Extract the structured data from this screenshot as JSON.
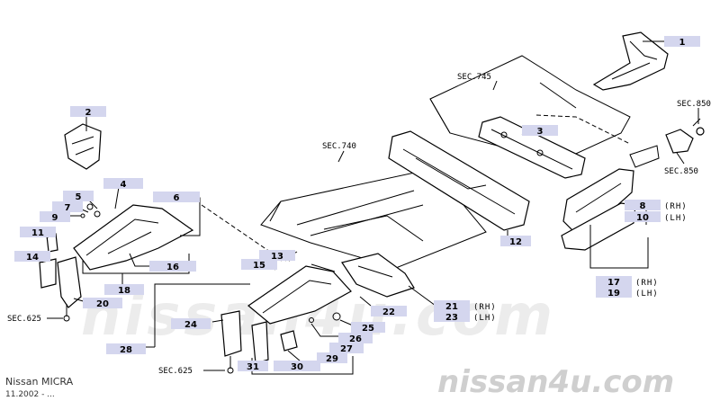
{
  "parts": [
    {
      "id": "p1",
      "label": "1",
      "side": ""
    },
    {
      "id": "p2",
      "label": "2",
      "side": ""
    },
    {
      "id": "p3",
      "label": "3",
      "side": ""
    },
    {
      "id": "p4",
      "label": "4",
      "side": ""
    },
    {
      "id": "p5",
      "label": "5",
      "side": ""
    },
    {
      "id": "p6",
      "label": "6",
      "side": ""
    },
    {
      "id": "p7",
      "label": "7",
      "side": ""
    },
    {
      "id": "p8",
      "label": "8",
      "side": "(RH)"
    },
    {
      "id": "p9",
      "label": "9",
      "side": ""
    },
    {
      "id": "p10",
      "label": "10",
      "side": "(LH)"
    },
    {
      "id": "p11",
      "label": "11",
      "side": ""
    },
    {
      "id": "p12",
      "label": "12",
      "side": ""
    },
    {
      "id": "p13",
      "label": "13",
      "side": ""
    },
    {
      "id": "p14",
      "label": "14",
      "side": ""
    },
    {
      "id": "p15",
      "label": "15",
      "side": ""
    },
    {
      "id": "p16",
      "label": "16",
      "side": ""
    },
    {
      "id": "p17",
      "label": "17",
      "side": "(RH)"
    },
    {
      "id": "p18",
      "label": "18",
      "side": ""
    },
    {
      "id": "p19",
      "label": "19",
      "side": "(LH)"
    },
    {
      "id": "p20",
      "label": "20",
      "side": ""
    },
    {
      "id": "p21",
      "label": "21",
      "side": "(RH)"
    },
    {
      "id": "p22",
      "label": "22",
      "side": ""
    },
    {
      "id": "p23",
      "label": "23",
      "side": "(LH)"
    },
    {
      "id": "p24",
      "label": "24",
      "side": ""
    },
    {
      "id": "p25",
      "label": "25",
      "side": ""
    },
    {
      "id": "p26",
      "label": "26",
      "side": ""
    },
    {
      "id": "p27",
      "label": "27",
      "side": ""
    },
    {
      "id": "p28",
      "label": "28",
      "side": ""
    },
    {
      "id": "p29",
      "label": "29",
      "side": ""
    },
    {
      "id": "p30",
      "label": "30",
      "side": ""
    },
    {
      "id": "p31",
      "label": "31",
      "side": ""
    }
  ],
  "sections": {
    "sec745": "SEC.745",
    "sec740": "SEC.740",
    "sec850_top": "SEC.850",
    "sec850_bottom": "SEC.850",
    "sec625_left": "SEC.625",
    "sec625_bottom": "SEC.625"
  },
  "footer": {
    "model": "Nissan MICRA",
    "date": "11.2002 - ...",
    "watermark": "nissan4u.com",
    "watermark_center": "nissan4u.com"
  }
}
